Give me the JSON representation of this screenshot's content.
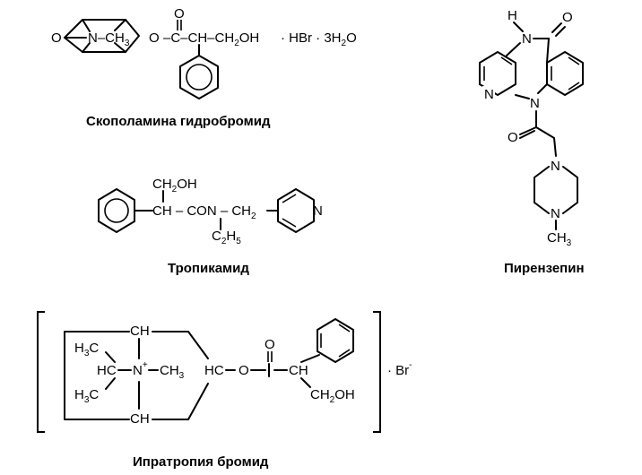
{
  "captions": {
    "scopolamine": "Скополамина гидробромид",
    "tropicamide": "Тропикамид",
    "pirenzepine": "Пирензепин",
    "ipratropium": "Ипратропия бромид"
  },
  "scopolamine": {
    "o_epoxide": "O",
    "n_methyl": "N–CH",
    "n_methyl_sub": "3",
    "ester_o": "O",
    "carbonyl_o": "O",
    "chain": "–C–CH–CH",
    "chain_sub": "2",
    "chain_end": "OH",
    "salt": "· HBr · 3H",
    "salt_sub": "2",
    "salt_end": "O"
  },
  "tropicamide": {
    "ch2oh": "CH",
    "ch2oh_sub": "2",
    "ch2oh_end": "OH",
    "chain": "CH – CON – CH",
    "chain_sub": "2",
    "ethyl": "C",
    "ethyl_sub1": "2",
    "ethyl_h": "H",
    "ethyl_sub2": "5",
    "pyridine_n": "N"
  },
  "pirenzepine": {
    "h": "H",
    "nh": "N",
    "carbonyl_o": "O",
    "pyridine_n": "N",
    "n_bridge": "N",
    "acyl_o": "O",
    "pip_n1": "N",
    "pip_n2": "N",
    "methyl": "CH",
    "methyl_sub": "3"
  },
  "ipratropium": {
    "ch_top": "CH",
    "ch_bottom": "CH",
    "h3c_top": "H",
    "h3c_top_sub": "3",
    "h3c_top_c": "C",
    "hc": "HC",
    "n_plus": "N",
    "plus": "+",
    "ch3": "CH",
    "ch3_sub": "3",
    "h3c_bot": "H",
    "h3c_bot_sub": "3",
    "h3c_bot_c": "C",
    "hc_ester": "HC",
    "ester_o": "O",
    "carbonyl_o": "O",
    "ch_chain": "CH",
    "ch2oh": "CH",
    "ch2oh_sub": "2",
    "ch2oh_end": "OH",
    "counterion": "· Br",
    "counterion_charge": "-"
  }
}
